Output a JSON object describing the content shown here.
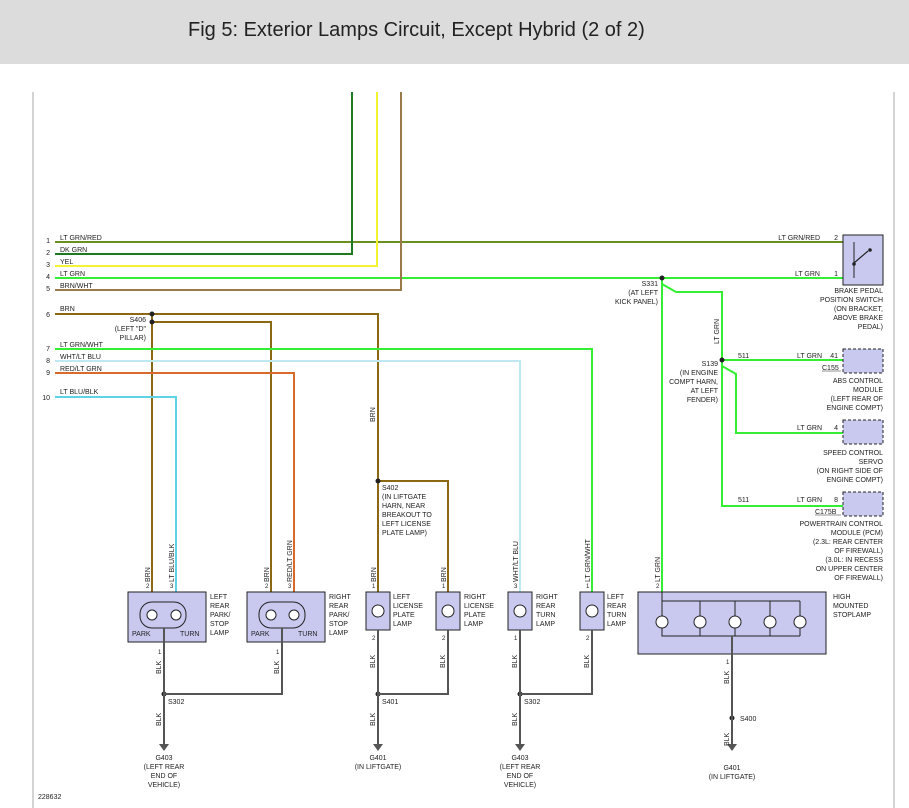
{
  "page": {
    "title": "Fig 5: Exterior Lamps Circuit, Except Hybrid (2 of 2)"
  },
  "colors": {
    "lt_grn_red": "#6b8e23",
    "dk_grn": "#1e7a1e",
    "yel": "#f3f330",
    "lt_grn": "#33ee33",
    "brn_wht": "#9b7a4a",
    "brn": "#8b6914",
    "wht_lt_blu": "#bfe9f2",
    "red_lt_grn": "#d86a2b",
    "lt_blu_blk": "#5fd2e6",
    "blk": "#555555",
    "component_fill": "#c9c9f0",
    "gray": "#aaaaaa"
  },
  "wires": [
    {
      "pin": "1",
      "label": "LT GRN/RED"
    },
    {
      "pin": "2",
      "label": "DK GRN"
    },
    {
      "pin": "3",
      "label": "YEL"
    },
    {
      "pin": "4",
      "label": "LT GRN"
    },
    {
      "pin": "5",
      "label": "BRN/WHT"
    },
    {
      "pin": "6",
      "label": "BRN"
    },
    {
      "pin": "7",
      "label": "LT GRN/WHT"
    },
    {
      "pin": "8",
      "label": "WHT/LT BLU"
    },
    {
      "pin": "9",
      "label": "RED/LT GRN"
    },
    {
      "pin": "10",
      "label": "LT BLU/BLK"
    }
  ],
  "labels": {
    "lt_grn_red_2": "LT GRN/RED",
    "pin_2": "2",
    "lt_grn_1": "LT GRN",
    "pin_1": "1",
    "brake_switch": [
      "BRAKE PEDAL",
      "POSITION SWITCH",
      "(ON BRACKET,",
      "ABOVE BRAKE",
      "PEDAL)"
    ],
    "s331": [
      "S331",
      "(AT LEFT",
      "KICK PANEL)"
    ],
    "lt_grn_vert": "LT GRN",
    "s139": [
      "S139",
      "(IN ENGINE",
      "COMPT HARN,",
      "AT LEFT",
      "FENDER)"
    ],
    "abs_wire": "511",
    "abs_color": "LT GRN",
    "abs_pin": "41",
    "abs_conn": "C155",
    "abs_module": [
      "ABS CONTROL",
      "MODULE",
      "(LEFT REAR OF",
      "ENGINE COMPT)"
    ],
    "servo_color": "LT GRN",
    "servo_pin": "4",
    "servo": [
      "SPEED CONTROL",
      "SERVO",
      "(ON RIGHT SIDE OF",
      "ENGINE COMPT)"
    ],
    "pcm_wire": "511",
    "pcm_color": "LT GRN",
    "pcm_pin": "8",
    "pcm_conn": "C175B",
    "pcm": [
      "POWERTRAIN CONTROL",
      "MODULE (PCM)",
      "(2.3L: REAR CENTER",
      "OF FIREWALL)",
      "(3.0L: IN RECESS",
      "ON UPPER CENTER",
      "OF FIREWALL)"
    ],
    "s406": [
      "S406",
      "(LEFT \"D\"",
      "PILLAR)"
    ],
    "s402": [
      "S402",
      "(IN LIFTGATE",
      "HARN, NEAR",
      "BREAKOUT TO",
      "LEFT LICENSE",
      "PLATE LAMP)"
    ],
    "brn_vert": "BRN",
    "v_brn1": "BRN",
    "v_ltblublk": "LT BLU/BLK",
    "v_brn2": "BRN",
    "v_redltgrn": "RED/LT GRN",
    "v_brn3": "BRN",
    "v_brn4": "BRN",
    "v_whtltblu": "WHT/LT BLU",
    "v_ltgrnwht": "LT GRN/WHT",
    "v_ltgrn": "LT GRN",
    "p_2a": "2",
    "p_3a": "3",
    "p_2b": "2",
    "p_3b": "3",
    "p_1c": "1",
    "p_1d": "1",
    "p_3e": "3",
    "p_1f": "1",
    "p_2g": "2",
    "p_1a": "1",
    "p_1b": "1",
    "p_2c": "2",
    "p_2d": "2",
    "p_1e": "1",
    "p_2f": "2",
    "p_1g": "1",
    "park1": "PARK",
    "turn1": "TURN",
    "park2": "PARK",
    "turn2": "TURN",
    "left_rear_lamp": [
      "LEFT",
      "REAR",
      "PARK/",
      "STOP",
      "LAMP"
    ],
    "right_rear_lamp": [
      "RIGHT",
      "REAR",
      "PARK/",
      "STOP",
      "LAMP"
    ],
    "left_license": [
      "LEFT",
      "LICENSE",
      "PLATE",
      "LAMP"
    ],
    "right_license": [
      "RIGHT",
      "LICENSE",
      "PLATE",
      "LAMP"
    ],
    "right_turn": [
      "RIGHT",
      "REAR",
      "TURN",
      "LAMP"
    ],
    "left_turn": [
      "LEFT",
      "REAR",
      "TURN",
      "LAMP"
    ],
    "hmsl": [
      "HIGH",
      "MOUNTED",
      "STOPLAMP"
    ],
    "blk_a": "BLK",
    "blk_b": "BLK",
    "blk_c": "BLK",
    "blk_d": "BLK",
    "blk_e": "BLK",
    "blk_f": "BLK",
    "blk_g": "BLK",
    "blk_h": "BLK",
    "blk_i": "BLK",
    "blk_j": "BLK",
    "blk_k": "BLK",
    "blk_l": "BLK",
    "s302a": "S302",
    "s401": "S401",
    "s302b": "S302",
    "s400": "S400",
    "g403a": [
      "G403",
      "(LEFT REAR",
      "END OF",
      "VEHICLE)"
    ],
    "g401a": [
      "G401",
      "(IN LIFTGATE)"
    ],
    "g403b": [
      "G403",
      "(LEFT REAR",
      "END OF",
      "VEHICLE)"
    ],
    "g401b": [
      "G401",
      "(IN LIFTGATE)"
    ],
    "fig_no": "228632"
  }
}
